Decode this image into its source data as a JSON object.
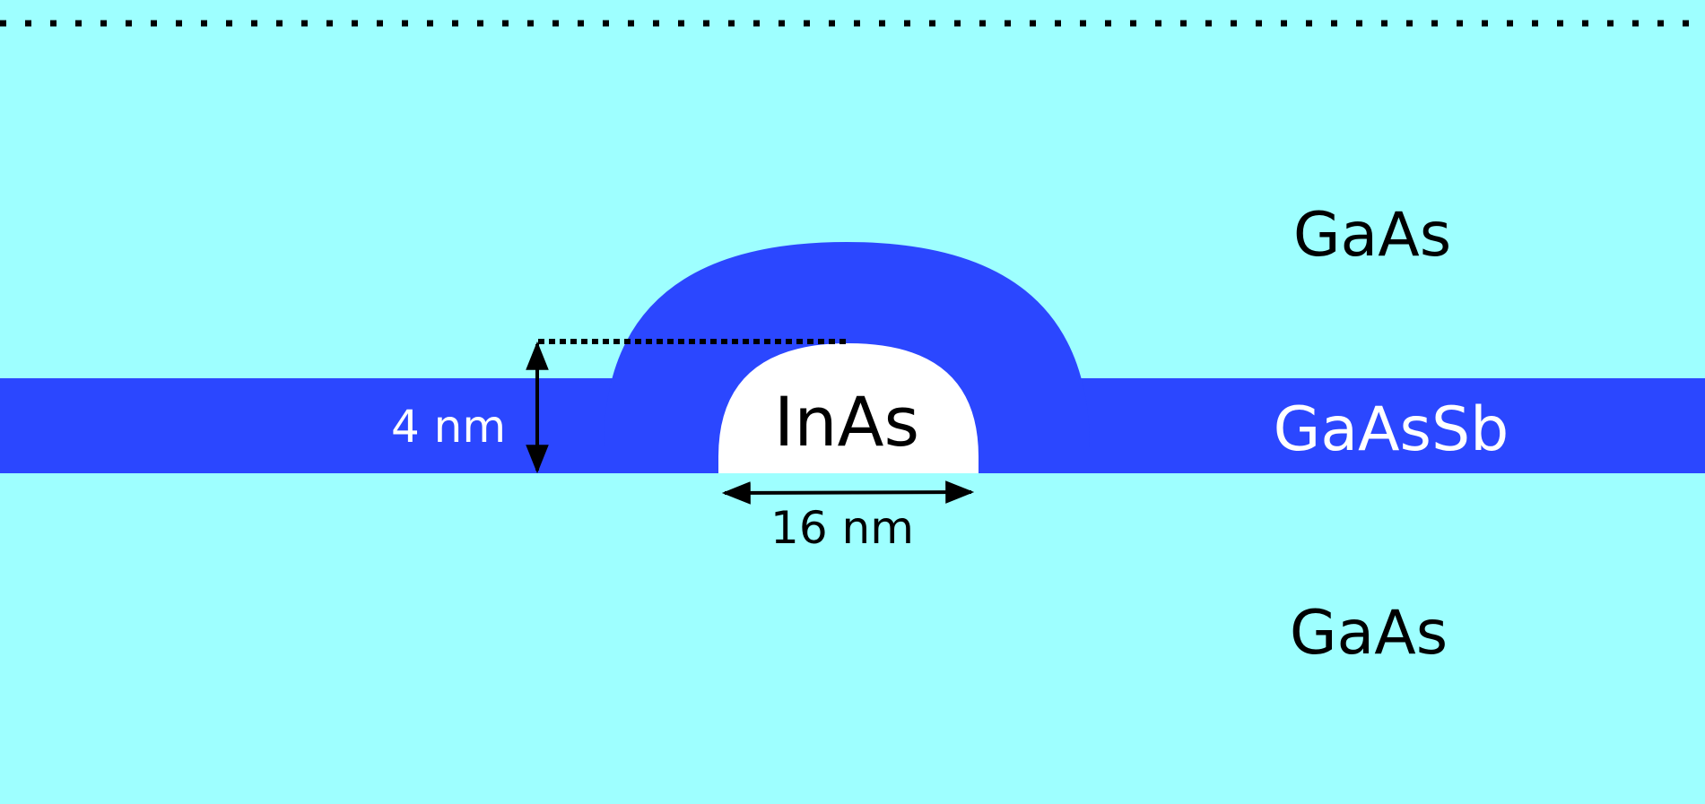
{
  "colors": {
    "background": "#9effff",
    "wetting_layer": "#2b47ff",
    "quantum_dot": "#ffffff",
    "annotation": "#000000",
    "label_light": "#ffffff"
  },
  "layers": {
    "top_label": "GaAs",
    "wetting_label": "GaAsSb",
    "bottom_label": "GaAs"
  },
  "quantum_dot": {
    "label": "InAs",
    "height_label": "4 nm",
    "width_label": "16 nm"
  }
}
